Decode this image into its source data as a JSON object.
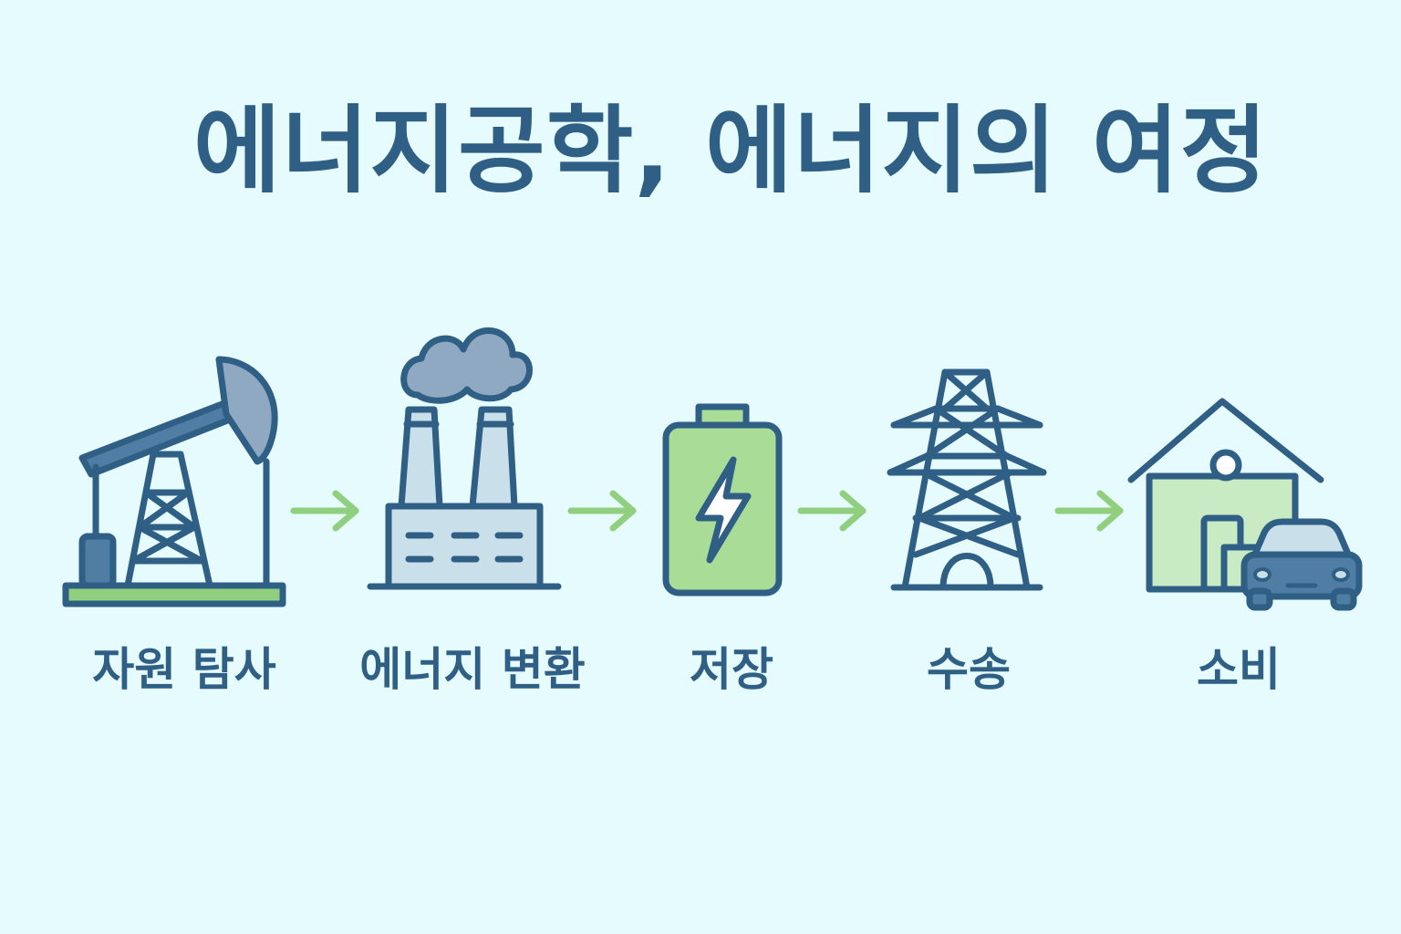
{
  "title": "에너지공학, 에너지의 여정",
  "stages": [
    {
      "label": "자원 탐사",
      "icon": "pumpjack-icon"
    },
    {
      "label": "에너지 변환",
      "icon": "factory-icon"
    },
    {
      "label": "저장",
      "icon": "battery-icon"
    },
    {
      "label": "수송",
      "icon": "transmission-tower-icon"
    },
    {
      "label": "소비",
      "icon": "house-car-icon"
    }
  ],
  "colors": {
    "background": "#e6fbfd",
    "outline": "#2f5f85",
    "arrow": "#8fcf7d",
    "accent_green": "#a9dd97",
    "accent_blue": "#c9dfe9"
  }
}
